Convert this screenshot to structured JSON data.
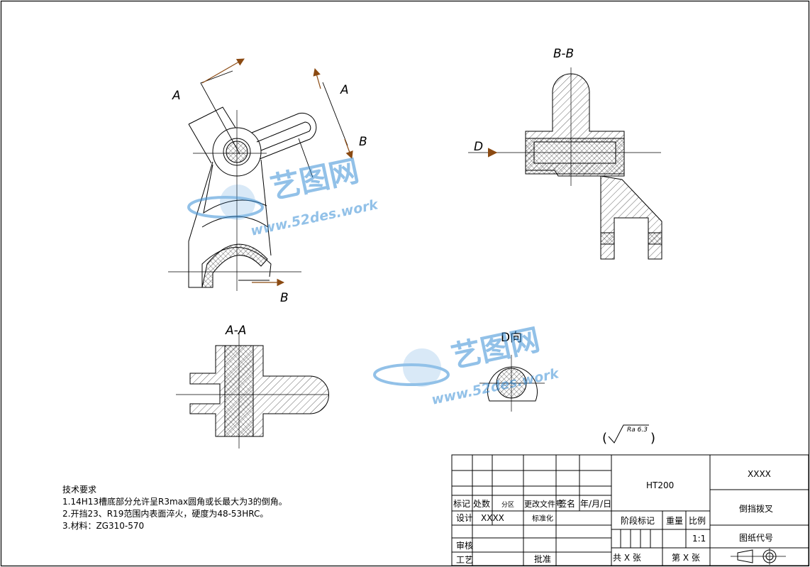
{
  "views": {
    "main_view": {
      "section_mark_a_left": "A",
      "section_mark_a_right": "A",
      "section_mark_b_top": "B",
      "section_mark_b_bottom": "B"
    },
    "section_bb": {
      "title": "B-B",
      "direction_label": "D"
    },
    "section_aa": {
      "title": "A-A"
    },
    "view_d": {
      "title": "D向"
    }
  },
  "surface_finish": {
    "value": "Ra 6.3"
  },
  "watermark": {
    "brand": "艺图网",
    "url": "www.52des.work"
  },
  "tech_requirements": {
    "heading": "技术要求",
    "items": [
      "1.14H13槽底部分允许呈R3max圆角或长最大为3的倒角。",
      "2.开挡23、R19范围内表面淬火，硬度为48-53HRC。",
      "3.材料：ZG310-570"
    ]
  },
  "title_block": {
    "material": "HT200",
    "company": "XXXX",
    "part_name": "倒挡拨叉",
    "drawing_no_label": "图纸代号",
    "rev_headers": [
      "标记",
      "处数",
      "分区",
      "更改文件号",
      "签名",
      "年/月/日"
    ],
    "design_label": "设计",
    "designer": "XXXX",
    "standardization_label": "标准化",
    "review_label": "审核",
    "process_label": "工艺",
    "approve_label": "批准",
    "stage_label": "阶段标记",
    "weight_label": "重量",
    "scale_label": "比例",
    "scale_value": "1:1",
    "sheets_total": "共 X 张",
    "sheet_no": "第 X 张"
  },
  "colors": {
    "line": "#000000",
    "arrow": "#8b4a12",
    "watermark": "#3a8fd6"
  }
}
